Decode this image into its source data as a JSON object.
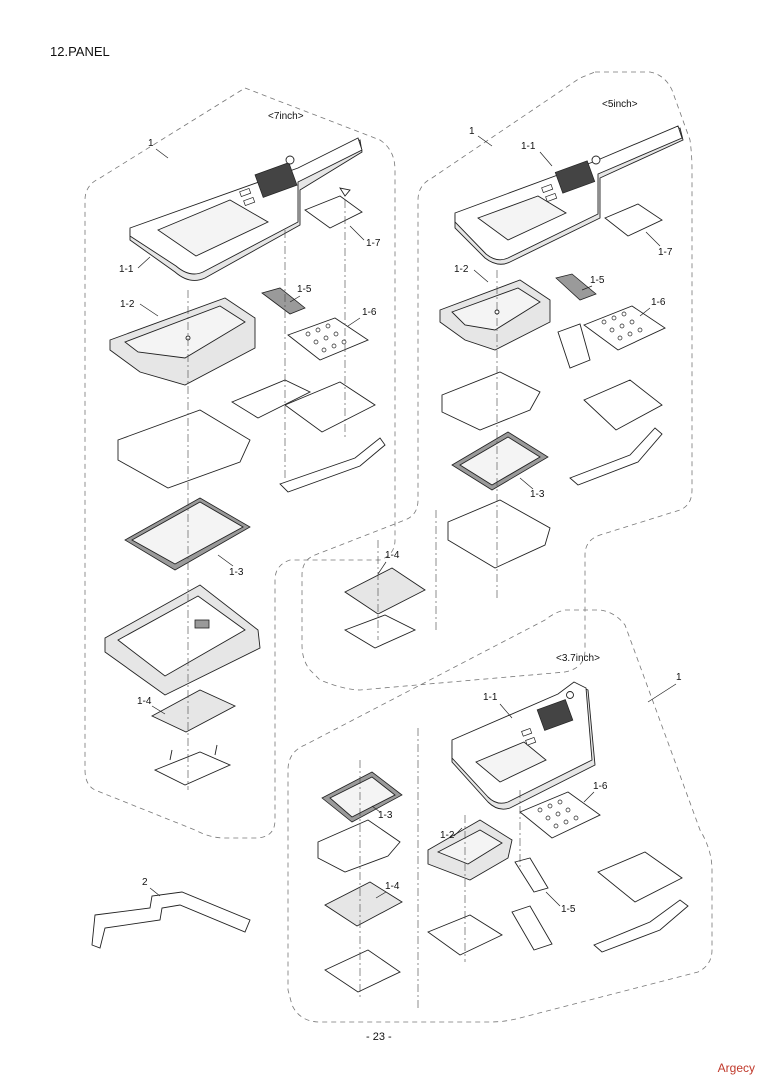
{
  "page": {
    "title": "12.PANEL",
    "page_number": "- 23 -",
    "brand": "Argecy"
  },
  "groups": [
    {
      "name": "<7inch>",
      "assembly": "1",
      "callouts": [
        "1-1",
        "1-2",
        "1-3",
        "1-4",
        "1-5",
        "1-6",
        "1-7"
      ]
    },
    {
      "name": "<5inch>",
      "assembly": "1",
      "callouts": [
        "1-1",
        "1-2",
        "1-3",
        "1-4",
        "1-5",
        "1-6",
        "1-7"
      ]
    },
    {
      "name": "<3.7inch>",
      "assembly": "1",
      "callouts": [
        "1-1",
        "1-2",
        "1-3",
        "1-4",
        "1-5",
        "1-6"
      ]
    }
  ],
  "loose_parts": [
    {
      "callout": "2"
    }
  ]
}
